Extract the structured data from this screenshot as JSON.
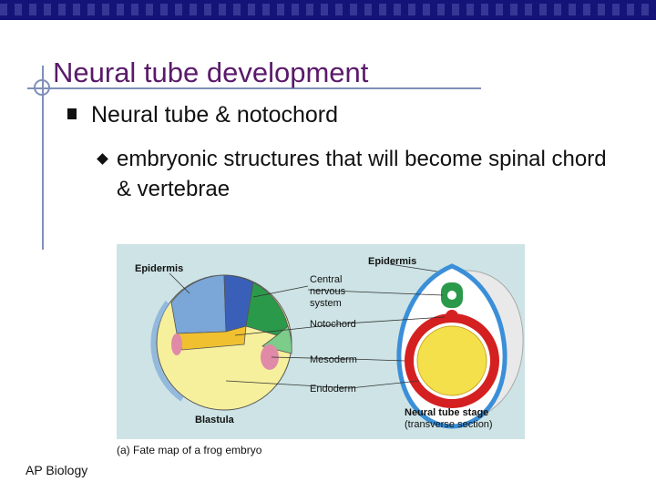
{
  "slide": {
    "title": "Neural tube development",
    "bullet_level1": "Neural tube & notochord",
    "bullet_level2": "embryonic structures that will become spinal chord & vertebrae",
    "footer": "AP Biology"
  },
  "figure": {
    "labels": {
      "epidermis_left": "Epidermis",
      "epidermis_right": "Epidermis",
      "cns_line1": "Central",
      "cns_line2": "nervous",
      "cns_line3": "system",
      "notochord": "Notochord",
      "mesoderm": "Mesoderm",
      "endoderm": "Endoderm",
      "blastula": "Blastula",
      "stage_line1": "Neural tube stage",
      "stage_line2": "(transverse section)"
    },
    "caption": "(a) Fate map of a frog embryo"
  },
  "colors": {
    "title": "#5a1a6a",
    "top_bar": "#141478",
    "figure_background": "#cde3e5",
    "epidermis_blue": "#3a8fd8",
    "neural_green": "#2a9a4a",
    "notochord_red": "#d42020",
    "endoderm_yellow": "#f4e04a"
  }
}
